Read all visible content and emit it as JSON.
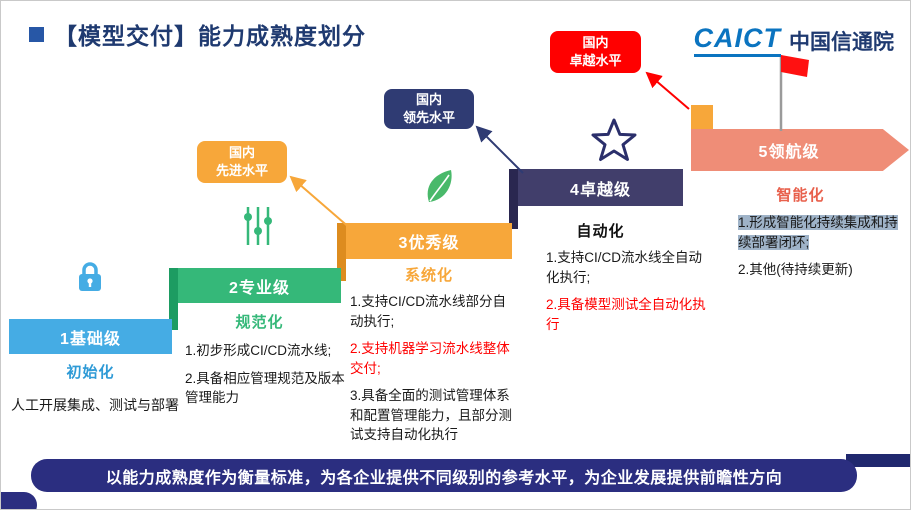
{
  "colors": {
    "title-navy": "#1F3A70",
    "logo-blue": "#0B74C0",
    "bullet-blue": "#2757A6",
    "level1": "#45ACE4",
    "level2": "#35B879",
    "level2-dark": "#1D9C62",
    "level3": "#F7A73A",
    "level3-dark": "#DD8C1F",
    "level4": "#413E6B",
    "level4-dark": "#2A2750",
    "level5": "#EF8D77",
    "badge-orange": "#F7A73A",
    "badge-navy": "#2F3B73",
    "badge-red": "#FF0000",
    "keyword1": "#2E9AD6",
    "keyword2": "#35B879",
    "keyword3": "#F7A73A",
    "keyword5": "#E8604C",
    "red-text": "#FF0000",
    "highlight": "#9FB3C8",
    "footer-navy": "#2B2E80"
  },
  "header": {
    "title": "【模型交付】能力成熟度划分",
    "logo_caict": "CAICT",
    "logo_cn": "中国信通院"
  },
  "badges": {
    "advanced": {
      "line1": "国内",
      "line2": "先进水平"
    },
    "leading": {
      "line1": "国内",
      "line2": "领先水平"
    },
    "excellent": {
      "line1": "国内",
      "line2": "卓越水平"
    }
  },
  "levels": [
    {
      "name": "1基础级",
      "keyword": "初始化",
      "items": [
        "人工开展集成、测试与部署"
      ]
    },
    {
      "name": "2专业级",
      "keyword": "规范化",
      "items": [
        "1.初步形成CI/CD流水线;",
        "2.具备相应管理规范及版本管理能力"
      ]
    },
    {
      "name": "3优秀级",
      "keyword": "系统化",
      "items": [
        "1.支持CI/CD流水线部分自动执行;",
        "2.支持机器学习流水线整体交付;",
        "3.具备全面的测试管理体系和配置管理能力，且部分测试支持自动化执行"
      ]
    },
    {
      "name": "4卓越级",
      "keyword": "自动化",
      "items": [
        "1.支持CI/CD流水线全自动化执行;",
        "2.具备模型测试全自动化执行"
      ]
    },
    {
      "name": "5领航级",
      "keyword": "智能化",
      "items": [
        "1.形成智能化持续集成和持续部署闭环;",
        "2.其他(待持续更新)"
      ]
    }
  ],
  "icons": {
    "level1": "lock-icon",
    "level2": "sliders-icon",
    "level3": "leaf-icon",
    "level4": "star-icon",
    "level5": "flag-icon"
  },
  "footer": {
    "text": "以能力成熟度作为衡量标准，为各企业提供不同级别的参考水平，为企业发展提供前瞻性方向"
  }
}
